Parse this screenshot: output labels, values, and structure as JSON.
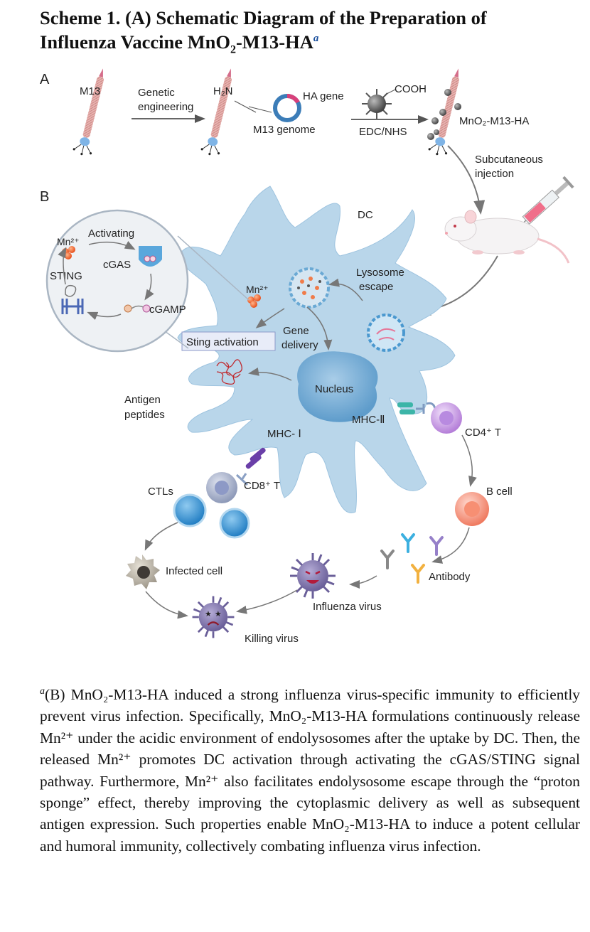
{
  "title": {
    "line1": "Scheme 1. (A) Schematic Diagram of the Preparation of",
    "line2_pre": "Influenza Vaccine MnO",
    "line2_sub": "2",
    "line2_post": "-M13-HA",
    "note_mark": "a"
  },
  "panel_a": {
    "label": "A",
    "m13": "M13",
    "genetic": "Genetic",
    "engineering": "engineering",
    "h2n": "H₂N",
    "ha_gene": "HA gene",
    "m13_genome": "M13 genome",
    "cooh": "COOH",
    "edc_nhs": "EDC/NHS",
    "product": "MnO₂-M13-HA",
    "subcutaneous": "Subcutaneous",
    "injection": "injection"
  },
  "panel_b": {
    "label": "B",
    "dc": "DC",
    "mn_activating": "Mn²⁺",
    "activating": "Activating",
    "cgas": "cGAS",
    "sting": "STING",
    "cgamp": "cGAMP",
    "mn_cell": "Mn²⁺",
    "lysosome": "Lysosome",
    "escape": "escape",
    "gene": "Gene",
    "delivery": "delivery",
    "sting_activation": "Sting activation",
    "nucleus": "Nucleus",
    "antigen": "Antigen",
    "peptides": "peptides",
    "mhc2": "MHC-Ⅱ",
    "cd4": "CD4⁺ T",
    "mhc1": "MHC- Ⅰ",
    "cd8": "CD8⁺ T",
    "ctls": "CTLs",
    "b_cell": "B cell",
    "antibody": "Antibody",
    "infected": "Infected cell",
    "influenza": "Influenza virus",
    "killing": "Killing virus"
  },
  "caption": {
    "note_mark": "a",
    "text": "(B) MnO₂-M13-HA induced a strong influenza virus-specific immunity to efficiently prevent virus infection. Specifically, MnO₂-M13-HA formulations continuously release Mn²⁺ under the acidic environment of endolysosomes after the uptake by DC. Then, the released Mn²⁺ promotes DC activation through activating the cGAS/STING signal pathway. Furthermore, Mn²⁺ also facilitates endolysosome escape through the “proton sponge” effect, thereby improving the cytoplasmic delivery as well as subsequent antigen expression. Such properties enable MnO₂-M13-HA to induce a potent cellular and humoral immunity, collectively combating influenza virus infection."
  },
  "colors": {
    "dc_cell": "#b9d6ea",
    "nucleus": "#7cb2d8",
    "phage": "#e8b7b4",
    "mn_ion": "#f06a2a",
    "ctl": "#3c97d6",
    "b_cell": "#f4907a",
    "cd4": "#c89ce4",
    "virus": "#8c80b5",
    "note_blue": "#1a4f9c"
  }
}
